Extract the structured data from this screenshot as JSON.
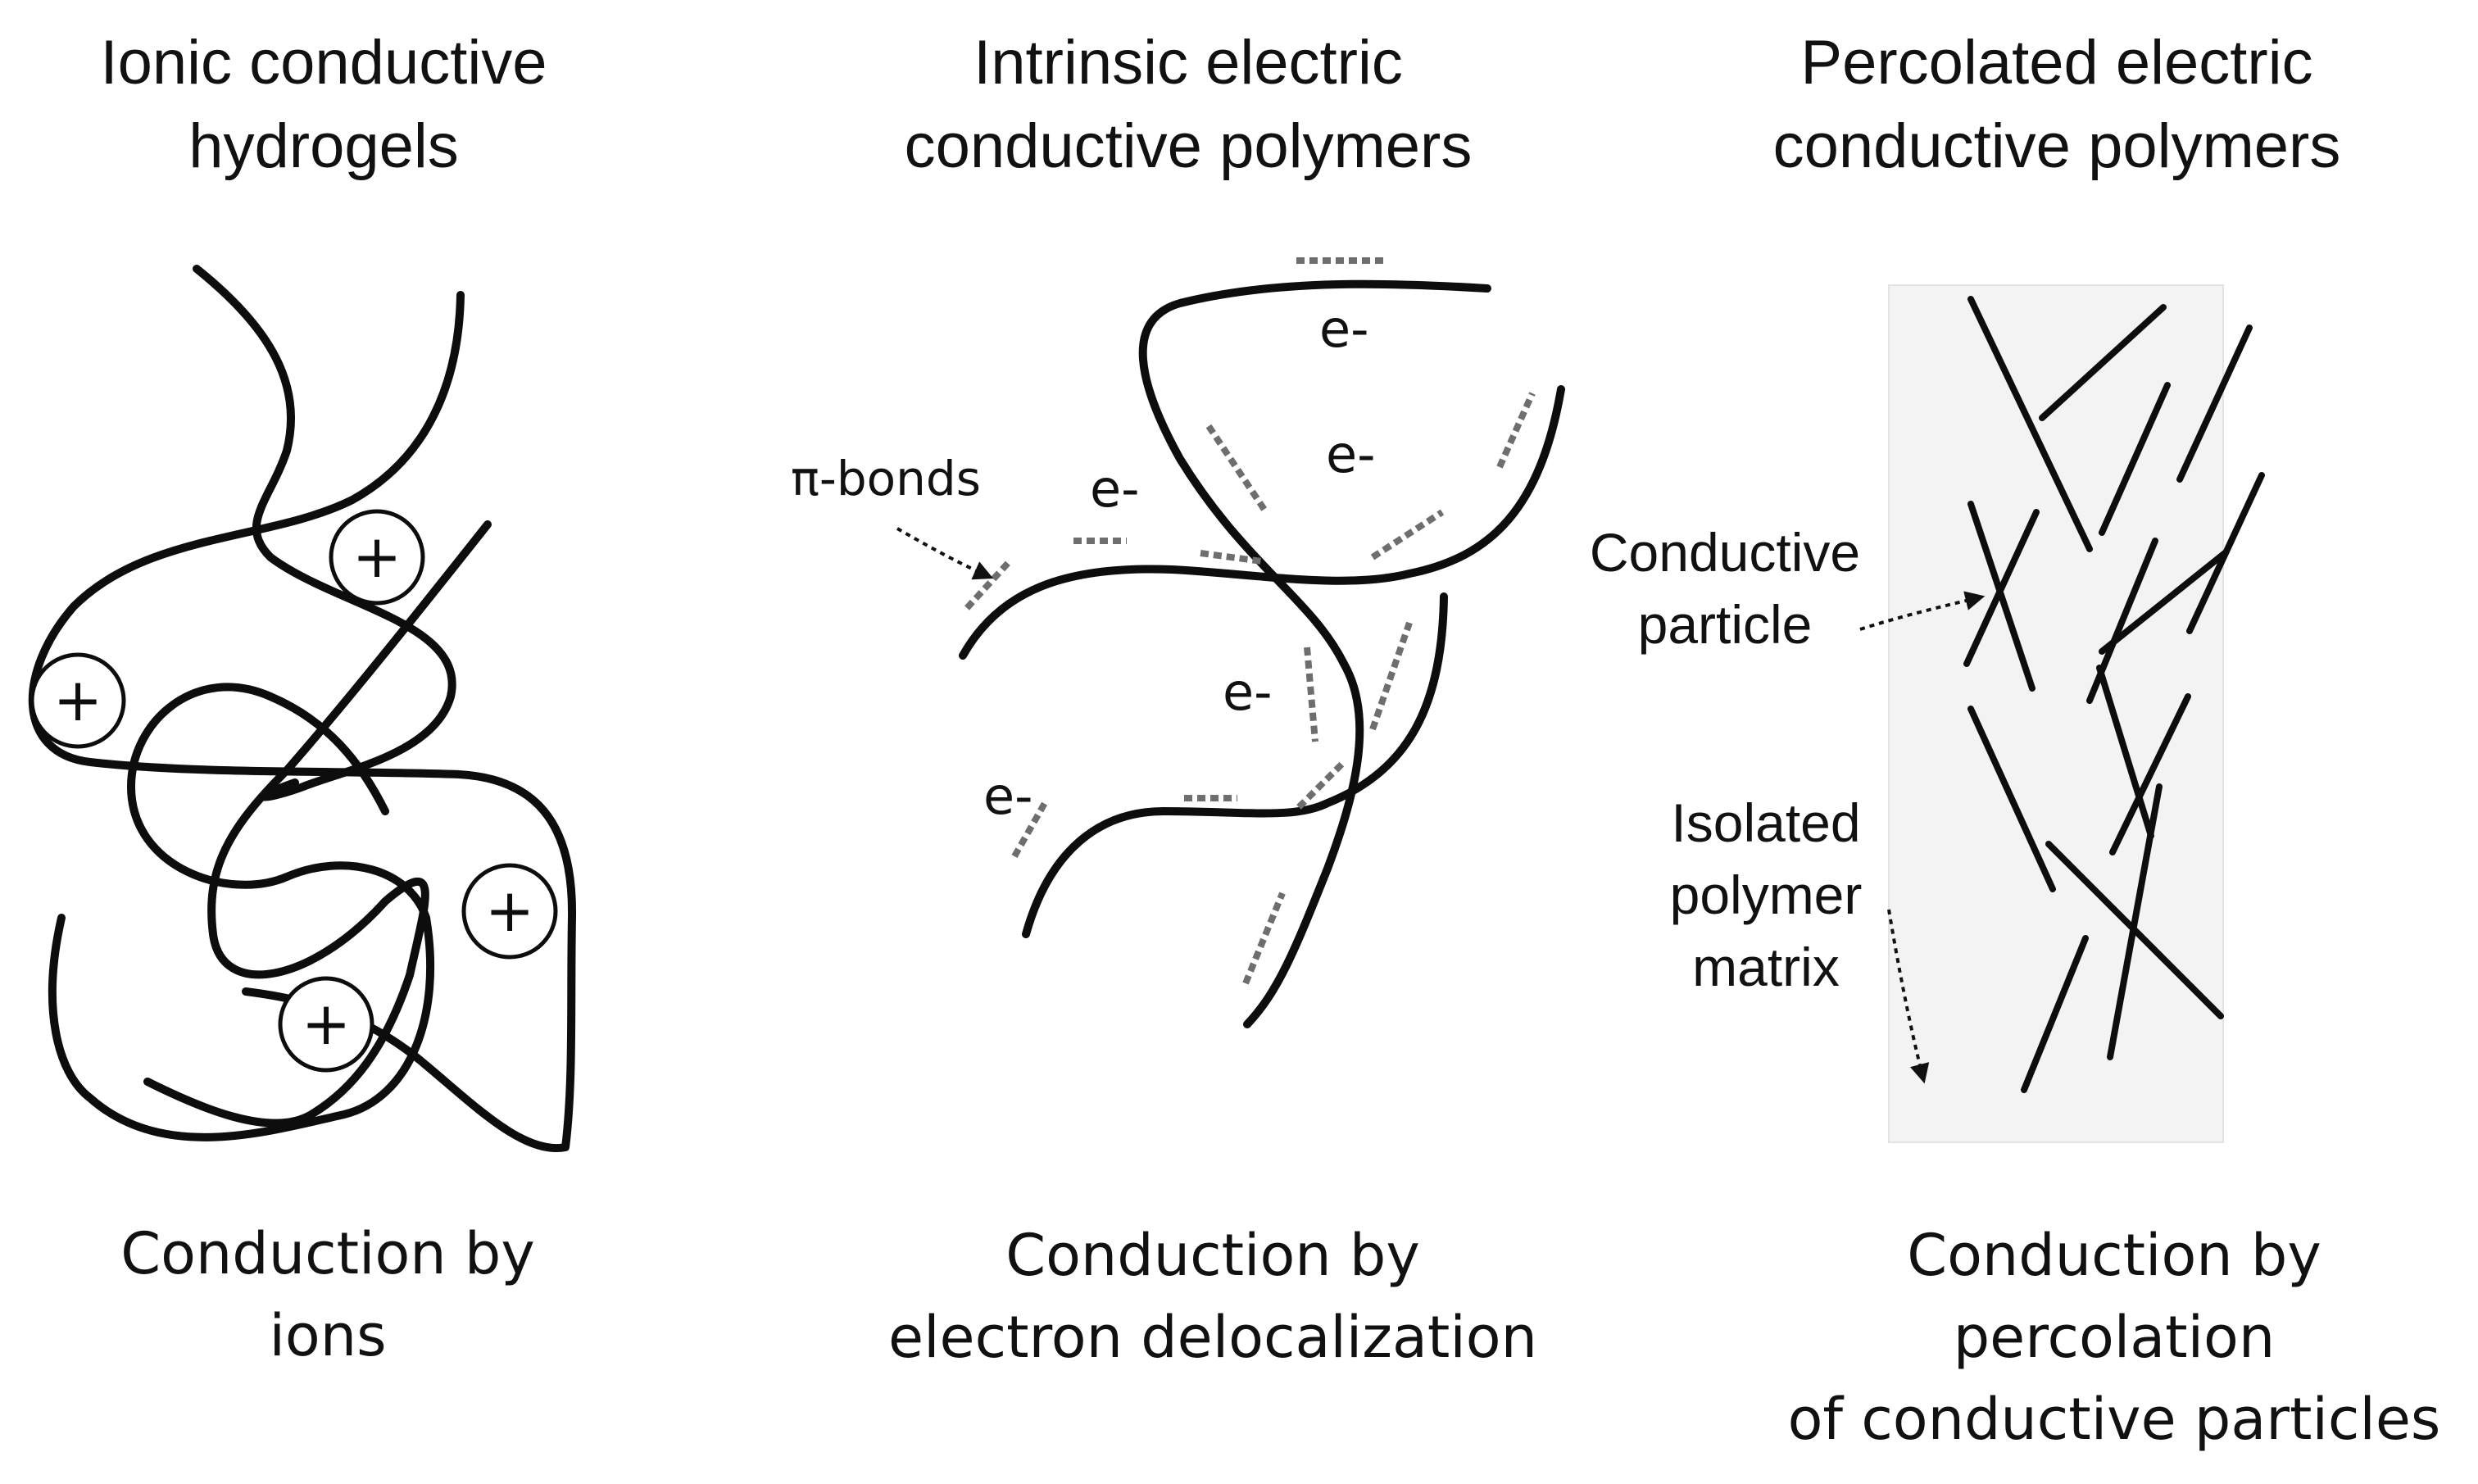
{
  "panels": [
    {
      "title_line1": "Ionic conductive",
      "title_line2": "hydrogels",
      "caption_line1": "Conduction by",
      "caption_line2": "ions",
      "ion_symbol": "+"
    },
    {
      "title_line1": "Intrinsic electric",
      "title_line2": "conductive polymers",
      "caption_line1": "Conduction by",
      "caption_line2": "electron delocalization",
      "pi_bonds_label": "π-bonds",
      "electron_label": "e-"
    },
    {
      "title_line1": "Percolated electric",
      "title_line2": "conductive polymers",
      "caption_line1": "Conduction by",
      "caption_line2": "percolation",
      "caption_line3": "of conductive particles",
      "particle_label_line1": "Conductive",
      "particle_label_line2": "particle",
      "matrix_label_line1": "Isolated",
      "matrix_label_line2": "polymer",
      "matrix_label_line3": "matrix"
    }
  ],
  "colors": {
    "chain": "#0d0d0d",
    "pi_bond_dash": "#6e6e6e",
    "matrix_box": "#f3f3f3"
  }
}
